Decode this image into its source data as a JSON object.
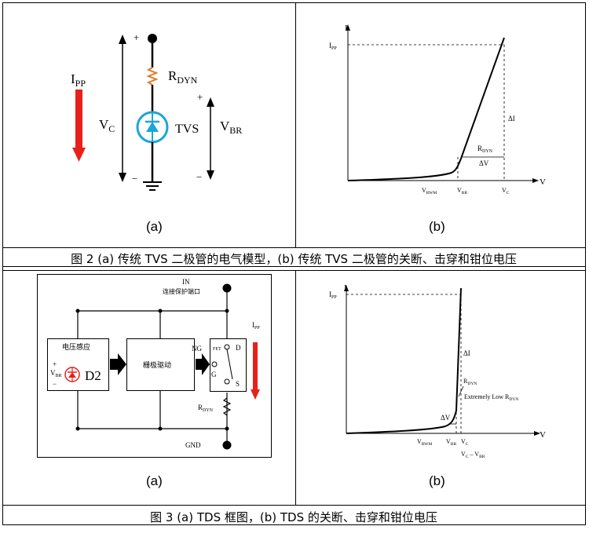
{
  "figure2": {
    "left": {
      "label": "(a)",
      "current_label": "I",
      "current_sub": "PP",
      "resistor_label": "R",
      "resistor_sub": "DYN",
      "vc_label": "V",
      "vc_sub": "C",
      "tvs_label": "TVS",
      "vbr_label": "V",
      "vbr_sub": "BR",
      "plus": "+",
      "minus": "−"
    },
    "right": {
      "label": "(b)",
      "y_axis": "I",
      "x_axis": "V",
      "ipp_label": "I",
      "ipp_sub": "PP",
      "delta_i": "ΔI",
      "rdyn_label": "R",
      "rdyn_sub": "DYN",
      "delta_v": "ΔV",
      "tick_vrwm": "V",
      "tick_vrwm_sub": "RWM",
      "tick_vbr": "V",
      "tick_vbr_sub": "BR",
      "tick_vc": "V",
      "tick_vc_sub": "C"
    },
    "caption": "图 2 (a)  传统 TVS 二极管的电气模型，(b)  传统 TVS 二极管的关断、击穿和钳位电压"
  },
  "figure3": {
    "left": {
      "label": "(a)",
      "in_label": "IN",
      "connect_label": "连接保护端口",
      "sense_label": "电压感应",
      "vbr_label": "V",
      "vbr_sub": "BR",
      "d2_label": "D2",
      "gate_driver_label": "栅极驱动",
      "ng_label": "NG",
      "fet_label": "FET",
      "d_label": "D",
      "g_label": "G",
      "s_label": "S",
      "rdyn_label": "R",
      "rdyn_sub": "DYN",
      "ipp_label": "I",
      "ipp_sub": "PP",
      "gnd_label": "GND",
      "plus": "+",
      "minus": "−"
    },
    "right": {
      "label": "(b)",
      "y_axis": "I",
      "x_axis": "V",
      "ipp_label": "I",
      "ipp_sub": "PP",
      "delta_i": "ΔI",
      "rdyn_label": "R",
      "rdyn_sub": "DYN",
      "extremely_low": "Extremely Low R",
      "extremely_low_sub": "DYN",
      "delta_v": "ΔV",
      "tick_vrwm": "V",
      "tick_vrwm_sub": "RWM",
      "tick_vbr": "V",
      "tick_vbr_sub": "BR",
      "tick_vc": "V",
      "tick_vc_sub": "C",
      "vc_vbr": "V",
      "vc_vbr_sub1": "C",
      "vc_vbr_mid": " – V",
      "vc_vbr_sub2": "BR"
    },
    "caption": "图 3 (a) TDS 框图，(b) TDS 的关断、击穿和钳位电压"
  },
  "colors": {
    "border": "#000000",
    "resistor": "#e07a28",
    "tvs_circle": "#1aa6d8",
    "red_arrow": "#e8201a"
  }
}
